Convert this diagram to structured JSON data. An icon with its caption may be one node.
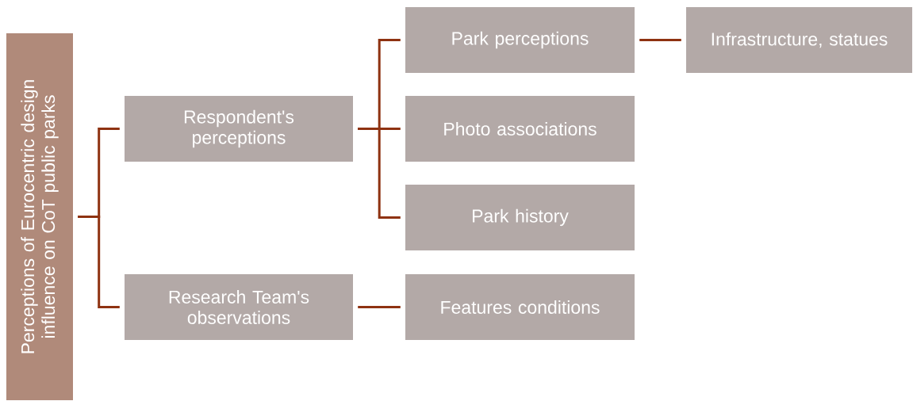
{
  "diagram": {
    "nodes": [
      {
        "text": [
          "Perceptions of Eurocentric design influence on CoT public parks"
        ]
      },
      {
        "text": [
          "Respondent's perceptions"
        ]
      },
      {
        "text": [
          "Research Team's observations"
        ]
      },
      {
        "text": [
          "Park perceptions"
        ]
      },
      {
        "text": [
          "Photo associations"
        ]
      },
      {
        "text": [
          "Park history"
        ]
      },
      {
        "text": [
          "Features conditions"
        ]
      },
      {
        "text": [
          "Infrastructure, statues"
        ]
      }
    ],
    "edges": [
      {
        "from": 0,
        "to": 1,
        "arrow": "none"
      },
      {
        "from": 0,
        "to": 2,
        "arrow": "none"
      },
      {
        "from": 1,
        "to": 3,
        "arrow": "none"
      },
      {
        "from": 1,
        "to": 4,
        "arrow": "none"
      },
      {
        "from": 1,
        "to": 5,
        "arrow": "none"
      },
      {
        "from": 2,
        "to": 6,
        "arrow": "none"
      },
      {
        "from": 3,
        "to": 7,
        "arrow": "none"
      }
    ]
  }
}
